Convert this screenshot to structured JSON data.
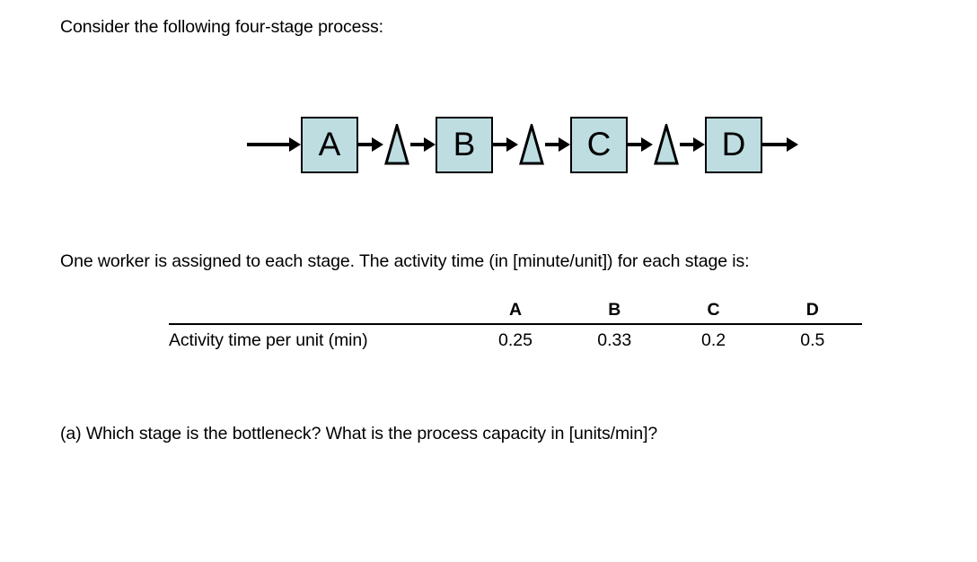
{
  "document": {
    "intro": "Consider the following four-stage process:",
    "worker_note": "One worker is assigned to each stage. The activity time (in [minute/unit]) for each stage is:",
    "question": "(a) Which stage is the bottleneck? What is the process capacity in [units/min]?"
  },
  "diagram": {
    "type": "process-flow",
    "box_fill_color": "#bddde1",
    "stroke_color": "#000000",
    "stages": [
      {
        "label": "A"
      },
      {
        "label": "B"
      },
      {
        "label": "C"
      },
      {
        "label": "D"
      }
    ],
    "buffers": [
      {
        "name": "buffer-a-b"
      },
      {
        "name": "buffer-b-c"
      },
      {
        "name": "buffer-c-d"
      }
    ],
    "entry_arrow": "arrow-in",
    "exit_arrow": "arrow-out"
  },
  "table": {
    "row_label": "Activity time per unit (min)",
    "headers": [
      "A",
      "B",
      "C",
      "D"
    ],
    "values": [
      "0.25",
      "0.33",
      "0.2",
      "0.5"
    ]
  }
}
